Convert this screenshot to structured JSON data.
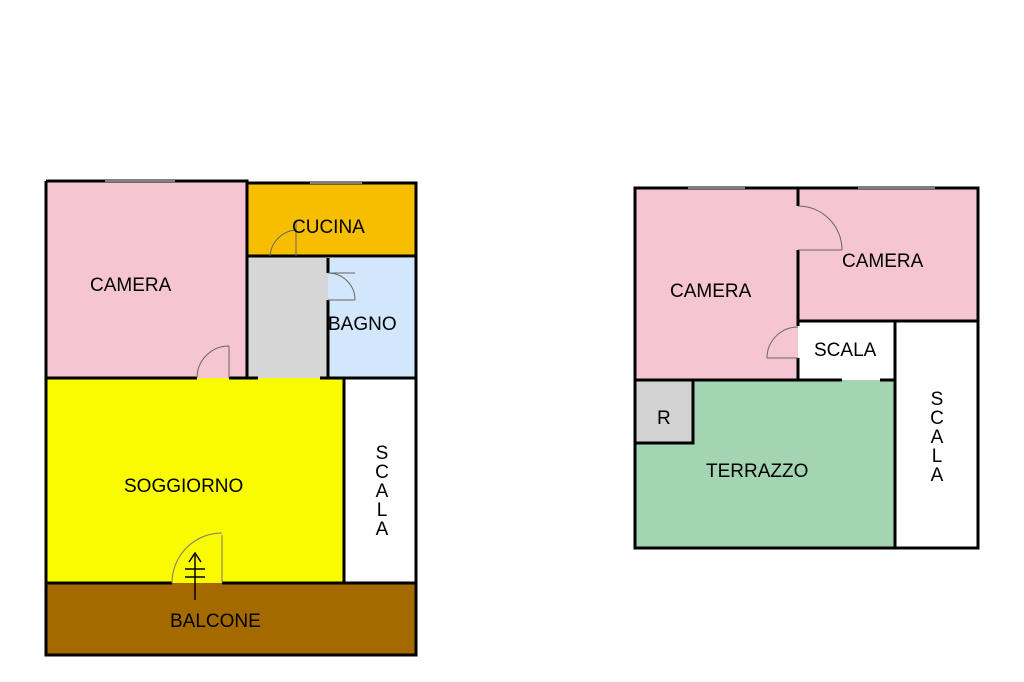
{
  "plans": [
    {
      "rooms": {
        "camera": "CAMERA",
        "cucina": "CUCINA",
        "bagno": "BAGNO",
        "soggiorno": "SOGGIORNO",
        "scala": "SCALA",
        "balcone": "BALCONE"
      }
    },
    {
      "rooms": {
        "camera_left": "CAMERA",
        "camera_right": "CAMERA",
        "scala_small": "SCALA",
        "r": "R",
        "terrazzo": "TERRAZZO",
        "scala_vertical": "SCALA"
      }
    }
  ],
  "colors": {
    "camera": "#f5c6d1",
    "cucina": "#f7be00",
    "corridor": "#d6d6d6",
    "bagno": "#d2e7fb",
    "soggiorno": "#fbfb00",
    "balcone": "#a46a00",
    "terrazzo": "#a3d5b3",
    "ripostiglio": "#d2d2d2",
    "scala": "#ffffff"
  }
}
